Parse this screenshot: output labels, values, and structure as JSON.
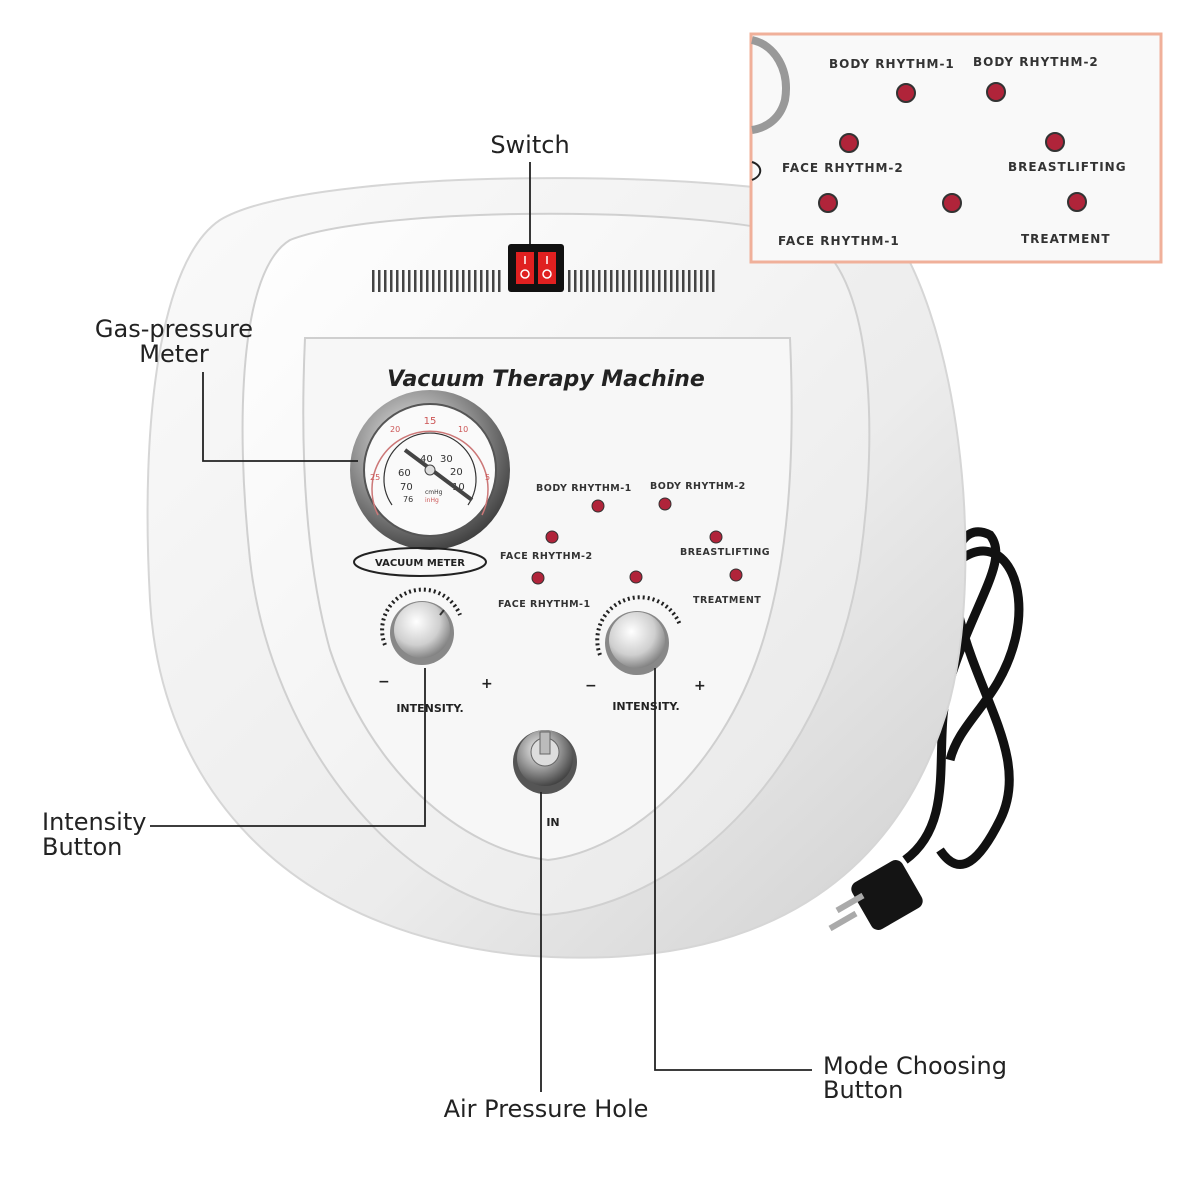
{
  "callouts": {
    "switch": "Switch",
    "gas_meter": [
      "Gas-pressure",
      "Meter"
    ],
    "intensity": [
      "Intensity",
      "Button"
    ],
    "air_hole": "Air Pressure Hole",
    "mode": [
      "Mode Choosing",
      "Button"
    ]
  },
  "panel": {
    "title": "Vacuum Therapy Machine",
    "meter_label": "VACUUM METER",
    "mode_labels": [
      "BODY RHYTHM-1",
      "BODY RHYTHM-2",
      "FACE RHYTHM-2",
      "BREASTLIFTING",
      "FACE RHYTHM-1",
      "TREATMENT"
    ],
    "intensity_label": "INTENSITY.",
    "minus": "−",
    "plus": "+",
    "port_label": "IN"
  },
  "gauge": {
    "inner_scale": [
      "40",
      "30",
      "20",
      "10",
      "60",
      "70",
      "76"
    ],
    "outer_scale": [
      "15",
      "20",
      "10",
      "25",
      "5"
    ],
    "units": [
      "cmHg",
      "inHg"
    ]
  },
  "inset": {
    "labels": [
      "BODY RHYTHM-1",
      "BODY RHYTHM-2",
      "FACE RHYTHM-2",
      "BREASTLIFTING",
      "FACE RHYTHM-1",
      "TREATMENT"
    ]
  },
  "colors": {
    "led": "#b0243a",
    "inset_border": "#f0b09a",
    "switch_red": "#e02020"
  }
}
